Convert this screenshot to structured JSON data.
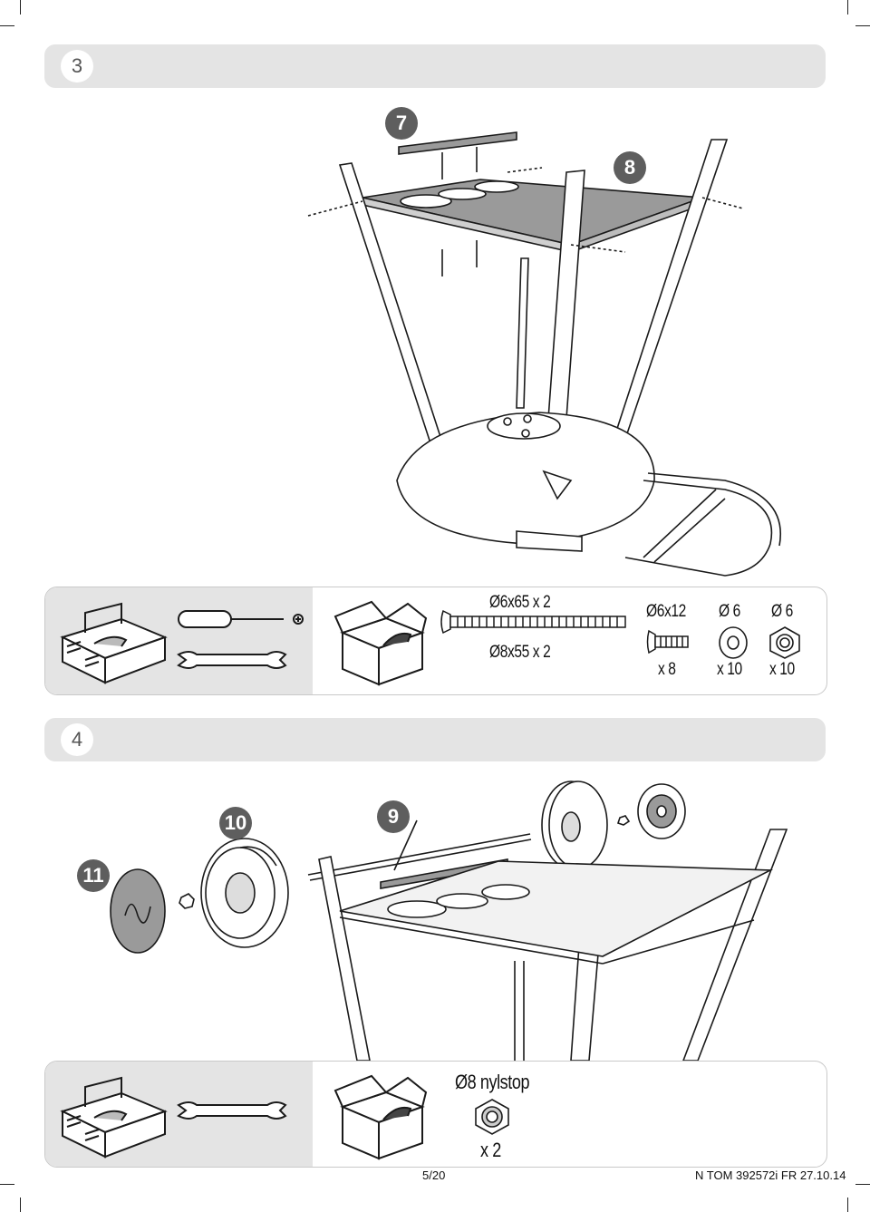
{
  "page": {
    "number": "5/20",
    "reference": "N TOM 392572i FR 27.10.14"
  },
  "step3": {
    "number": "3",
    "callouts": [
      "7",
      "8"
    ],
    "parts": {
      "long_screw": "Ø6x65   x 2",
      "long_screw_alt": "Ø8x55   x 2",
      "short_screw_size": "Ø6x12",
      "short_screw_qty": "x 8",
      "washer_size": "Ø 6",
      "washer_qty": "x 10",
      "nut_size": "Ø 6",
      "nut_qty": "x 10"
    },
    "tools": [
      "toolbox-icon",
      "screwdriver-icon",
      "wrench-icon"
    ]
  },
  "step4": {
    "number": "4",
    "callouts": [
      "10",
      "9",
      "11"
    ],
    "parts": {
      "nylstop_label": "Ø8 nylstop",
      "nylstop_qty": "x 2"
    },
    "tools": [
      "toolbox-icon",
      "wrench-icon"
    ]
  },
  "colors": {
    "bar_bg": "#e4e4e4",
    "badge_bg": "#5e5e5e",
    "line": "#1a1a1a"
  }
}
